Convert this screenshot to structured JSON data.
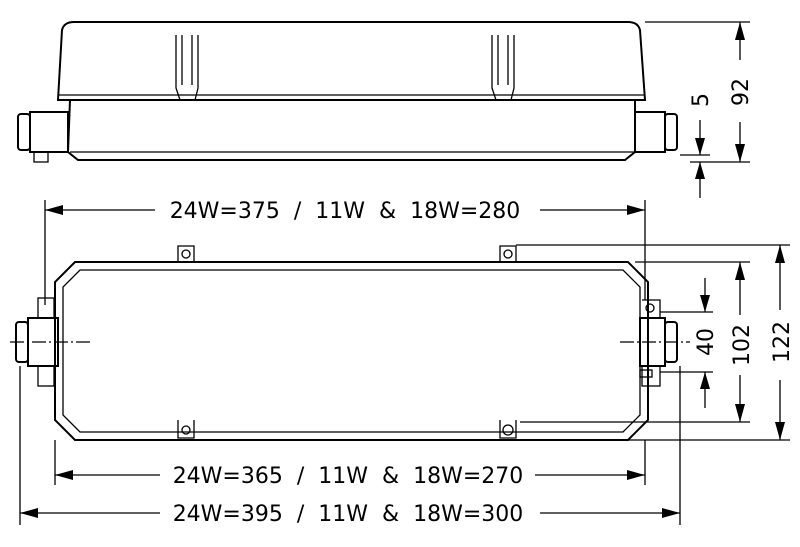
{
  "dimensions": {
    "top_width": "24W=375  /  11W  &  18W=280",
    "inner_width": "24W=365  /  11W  &  18W=270",
    "overall_width": "24W=395  /  11W  &  18W=300",
    "height": "92",
    "base_offset": "5",
    "mount_spacing": "40",
    "body_depth": "102",
    "overall_depth": "122"
  }
}
